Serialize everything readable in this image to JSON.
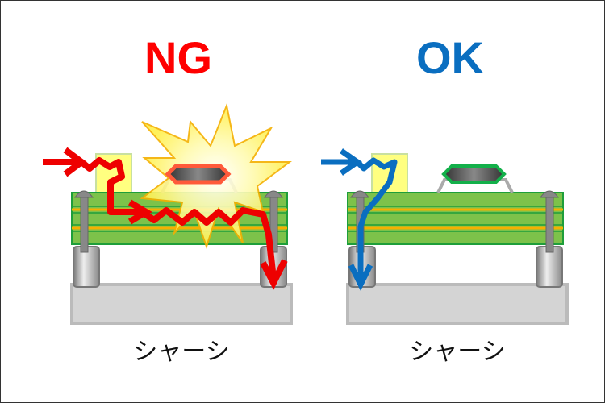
{
  "ng": {
    "title": "NG",
    "color": "#ff0000",
    "chassis_label": "シャーシ"
  },
  "ok": {
    "title": "OK",
    "color": "#0a6ec0",
    "chassis_label": "シャーシ"
  }
}
